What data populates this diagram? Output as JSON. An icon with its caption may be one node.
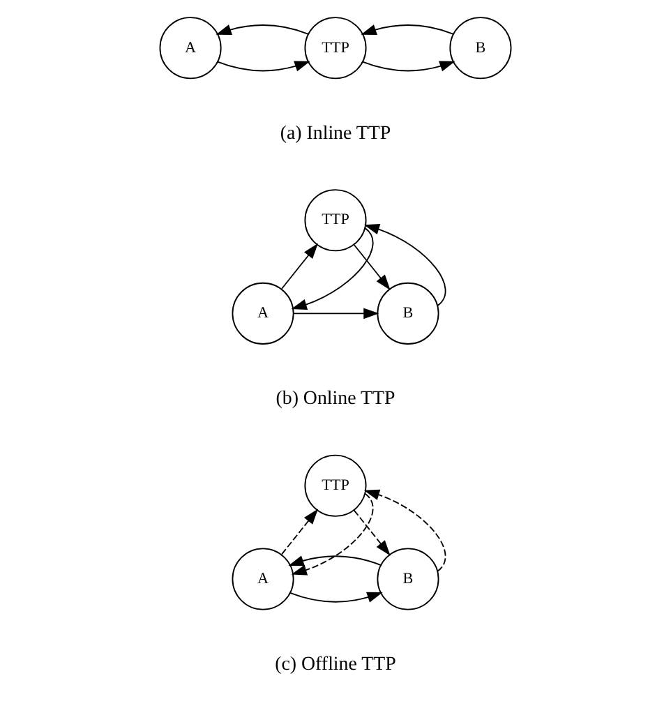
{
  "diagram": {
    "nodes": [
      {
        "text": [
          "A"
        ]
      },
      {
        "text": [
          "TTP"
        ]
      },
      {
        "text": [
          "B"
        ]
      },
      {
        "text": [
          "TTP"
        ]
      },
      {
        "text": [
          "A"
        ]
      },
      {
        "text": [
          "B"
        ]
      },
      {
        "text": [
          "TTP"
        ]
      },
      {
        "text": [
          "A"
        ]
      },
      {
        "text": [
          "B"
        ]
      }
    ],
    "edges": [
      {
        "from": 0,
        "to": 1,
        "arrow": "to"
      },
      {
        "from": 1,
        "to": 0,
        "arrow": "to"
      },
      {
        "from": 1,
        "to": 2,
        "arrow": "to"
      },
      {
        "from": 2,
        "to": 1,
        "arrow": "to"
      },
      {
        "from": 4,
        "to": 3,
        "arrow": "to"
      },
      {
        "from": 3,
        "to": 4,
        "arrow": "to"
      },
      {
        "from": 3,
        "to": 5,
        "arrow": "to"
      },
      {
        "from": 5,
        "to": 3,
        "arrow": "to"
      },
      {
        "from": 4,
        "to": 5,
        "arrow": "to"
      },
      {
        "from": 7,
        "to": 6,
        "arrow": "to",
        "style": "dashed"
      },
      {
        "from": 6,
        "to": 7,
        "arrow": "to",
        "style": "dashed"
      },
      {
        "from": 6,
        "to": 8,
        "arrow": "to",
        "style": "dashed"
      },
      {
        "from": 8,
        "to": 6,
        "arrow": "to",
        "style": "dashed"
      },
      {
        "from": 7,
        "to": 8,
        "arrow": "to"
      },
      {
        "from": 8,
        "to": 7,
        "arrow": "to"
      }
    ],
    "labels": [
      "(a) Inline TTP",
      "(b) Online TTP",
      "(c) Offline TTP"
    ]
  }
}
